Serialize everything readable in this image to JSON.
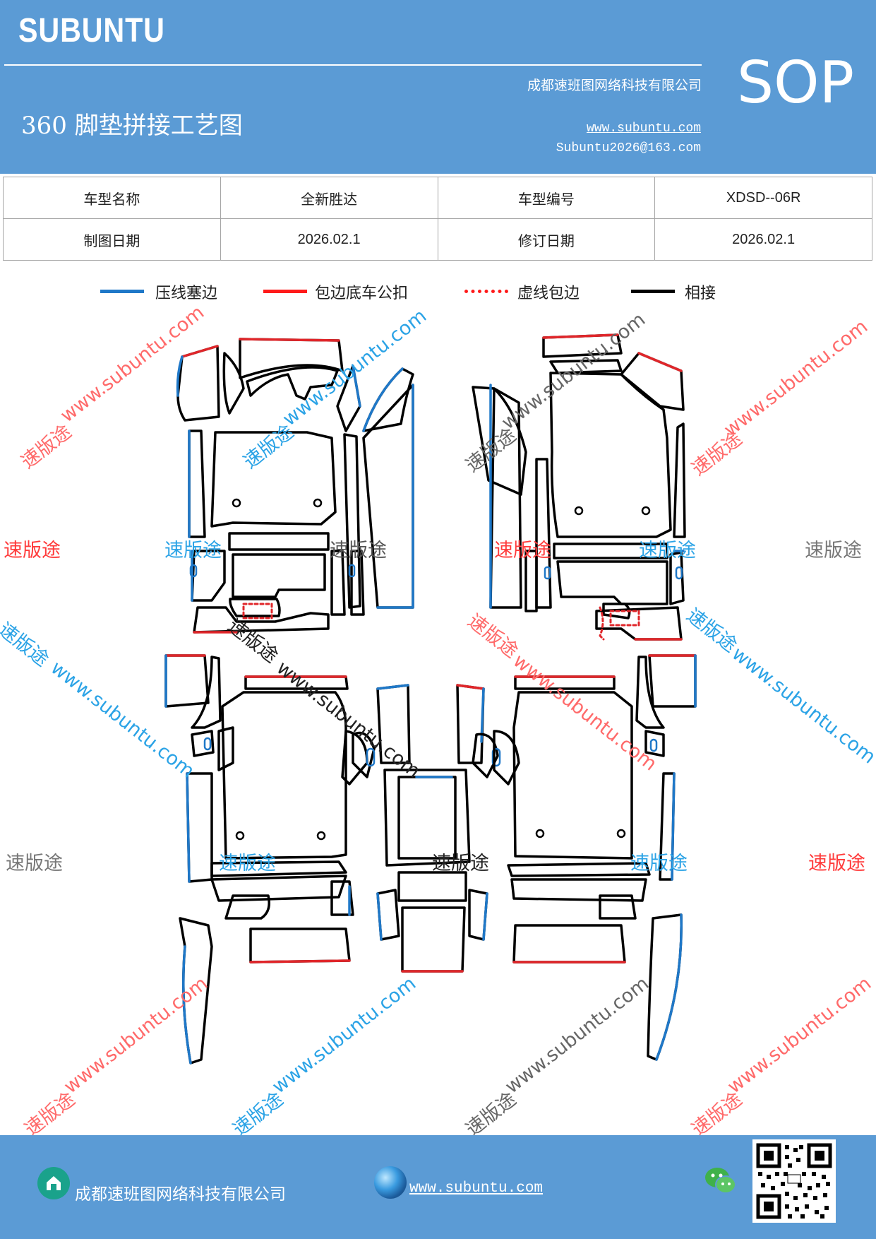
{
  "header": {
    "brand": "SUBUNTU",
    "doc_type": "SOP",
    "company": "成都速班图网络科技有限公司",
    "title": "360 脚垫拼接工艺图",
    "website": "www.subuntu.com",
    "email": "Subuntu2026@163.com",
    "background_color": "#5b9bd5"
  },
  "info_table": {
    "rows": [
      {
        "label1": "车型名称",
        "value1": "全新胜达",
        "label2": "车型编号",
        "value2": "XDSD--06R"
      },
      {
        "label1": "制图日期",
        "value1": "2026.02.1",
        "label2": "修订日期",
        "value2": "2026.02.1"
      }
    ]
  },
  "legend": [
    {
      "label": "压线塞边",
      "color": "#1f78c8",
      "style": "solid"
    },
    {
      "label": "包边底车公扣",
      "color": "#ff1a1a",
      "style": "solid"
    },
    {
      "label": "虚线包边",
      "color": "#ff1a1a",
      "style": "dotted"
    },
    {
      "label": "相接",
      "color": "#000000",
      "style": "solid"
    }
  ],
  "watermarks": {
    "brand_text": "速版途",
    "domain_text": "www.subuntu.com",
    "colors": [
      "#ff3b3b",
      "#2ba3e6",
      "#777777"
    ]
  },
  "footer": {
    "company": "成都速班图网络科技有限公司",
    "website": "www.subuntu.com",
    "icons": [
      "company-icon",
      "globe-icon",
      "wechat-icon",
      "qr-code"
    ]
  }
}
